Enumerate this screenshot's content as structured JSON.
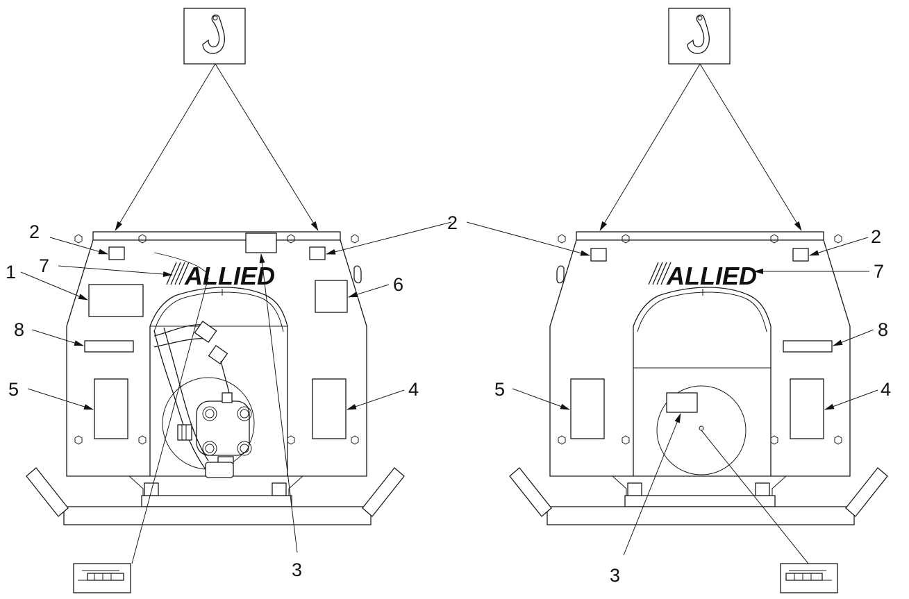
{
  "logo_text": "ALLIED",
  "left_view": {
    "callouts": [
      "1",
      "2",
      "2",
      "3",
      "4",
      "5",
      "6",
      "7",
      "8"
    ]
  },
  "right_view": {
    "callouts": [
      "2",
      "2",
      "3",
      "4",
      "5",
      "7",
      "8"
    ]
  },
  "icons": [
    "lifting-hook-icon",
    "grease-gun-icon"
  ],
  "colors": {
    "line": "#1a1a1a",
    "background": "#ffffff"
  }
}
